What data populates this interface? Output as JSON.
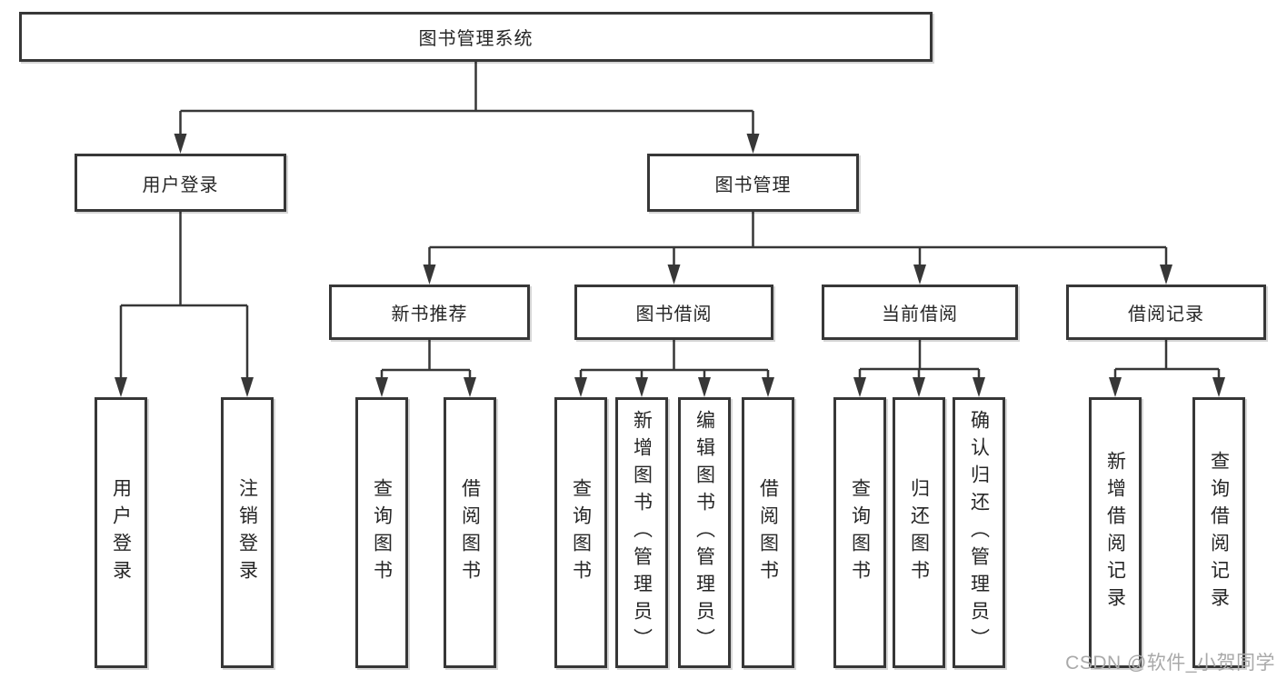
{
  "tree": {
    "root": "图书管理系统",
    "user_login": {
      "label": "用户登录",
      "children": [
        "用户登录",
        "注销登录"
      ]
    },
    "book_management": {
      "label": "图书管理",
      "sections": {
        "new_book_recommend": {
          "label": "新书推荐",
          "children": [
            "查询图书",
            "借阅图书"
          ]
        },
        "book_borrowing": {
          "label": "图书借阅",
          "children": [
            "查询图书",
            "新增图书（管理员）",
            "编辑图书（管理员）",
            "借阅图书"
          ]
        },
        "current_borrowing": {
          "label": "当前借阅",
          "children": [
            "查询图书",
            "归还图书",
            "确认归还（管理员）"
          ]
        },
        "borrowing_records": {
          "label": "借阅记录",
          "children": [
            "新增借阅记录",
            "查询借阅记录"
          ]
        }
      }
    }
  },
  "watermark": "CSDN @软件_小贺同学",
  "colors": {
    "line": "#373737",
    "text": "#262626",
    "watermark": "#a9a9a9"
  }
}
